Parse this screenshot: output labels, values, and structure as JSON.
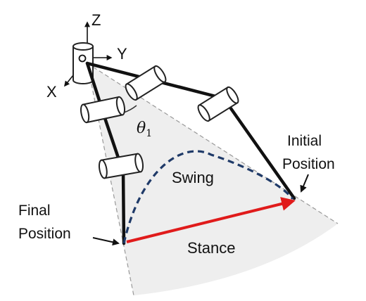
{
  "axes": {
    "z_label": "Z",
    "y_label": "Y",
    "x_label": "X"
  },
  "angle_label": {
    "symbol": "θ",
    "subscript": "1"
  },
  "labels": {
    "swing": "Swing",
    "stance": "Stance",
    "initial_position_line1": "Initial",
    "initial_position_line2": "Position",
    "final_position_line1": "Final",
    "final_position_line2": "Position"
  },
  "colors": {
    "workspace_fill": "#eeeeee",
    "swing_path": "#1f3a68",
    "stance_arrow": "#e01b1b",
    "links": "#111111"
  }
}
